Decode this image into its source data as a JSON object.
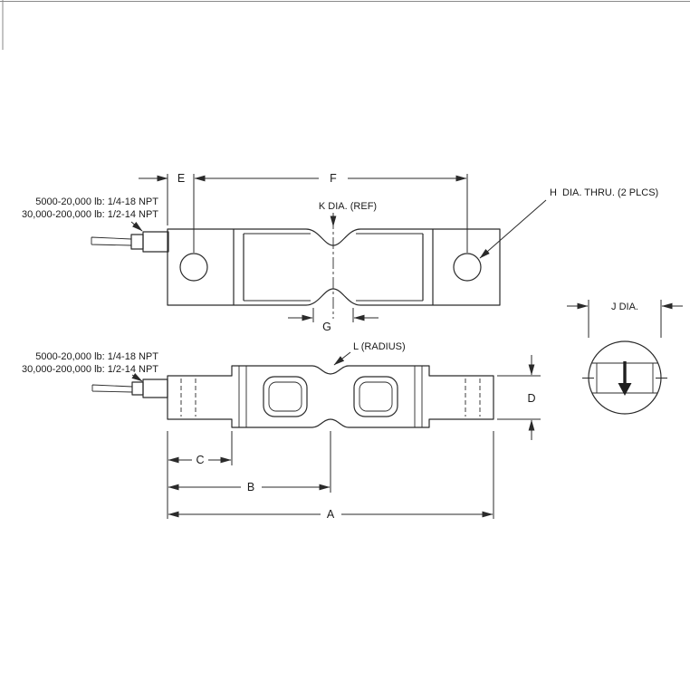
{
  "page": {
    "background": "#ffffff",
    "line_color": "#2a2a2a"
  },
  "views": {
    "side_view": {
      "npt_note": {
        "line1": "5000-20,000 lb: 1/4-18 NPT",
        "line2": "30,000-200,000 lb: 1/2-14 NPT"
      },
      "k_dia_label": "K DIA. (REF)",
      "hole_label": "H  DIA. THRU. (2 PLCS)",
      "dim_e": "E",
      "dim_f": "F",
      "dim_g": "G"
    },
    "top_view": {
      "npt_note": {
        "line1": "5000-20,000 lb: 1/4-18 NPT",
        "line2": "30,000-200,000 lb: 1/2-14 NPT"
      },
      "radius_label": "L (RADIUS)",
      "dim_d": "D",
      "dim_c": "C",
      "dim_b": "B",
      "dim_a": "A"
    },
    "end_view": {
      "dia_label": "J DIA."
    }
  }
}
